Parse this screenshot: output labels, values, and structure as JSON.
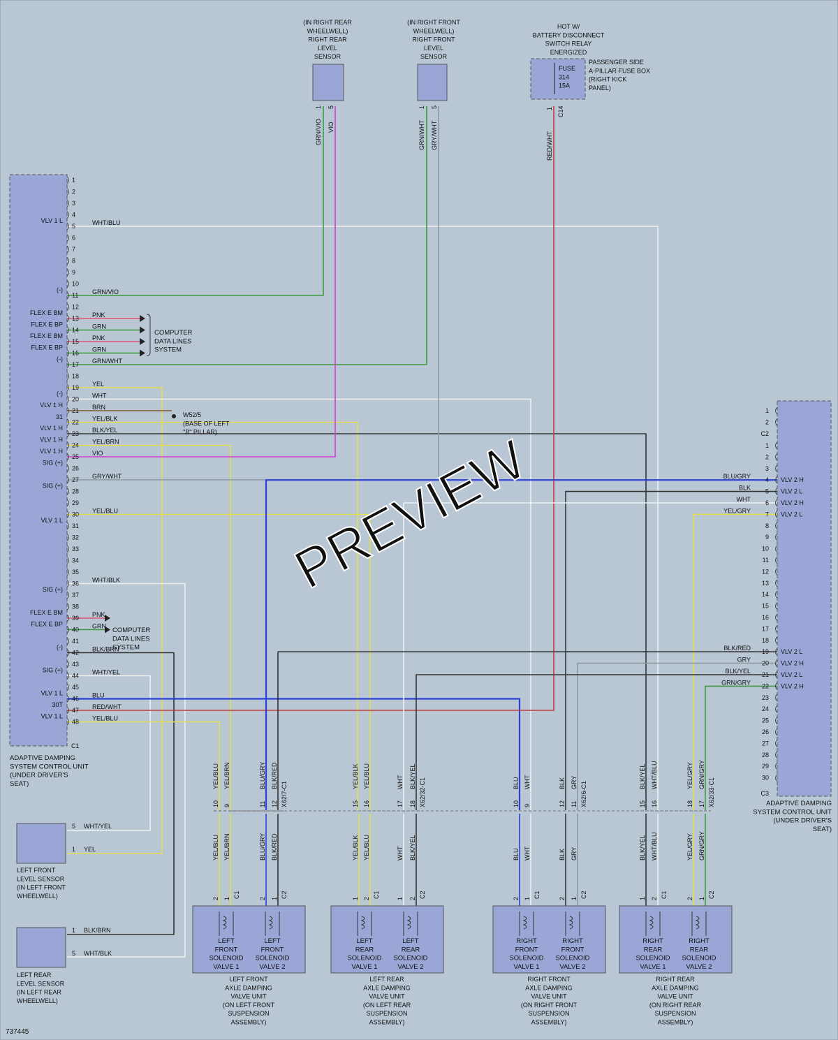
{
  "diagram_id": "737445",
  "watermark": "PREVIEW",
  "colors": {
    "background": "#b9c7d5",
    "component_fill": "#9aa7d6",
    "YEL": "#e3de4e",
    "WHT": "#f0f0f0",
    "GRY": "#8e9aa4",
    "BLU": "#2c3fd8",
    "BLK": "#333333",
    "RED": "#c23b3b",
    "GRN": "#3e9a3e",
    "VIO": "#d43cd0",
    "PNK": "#e0557a",
    "BRN": "#7a5a2a"
  },
  "control_unit": {
    "label_lines": [
      "ADAPTIVE DAMPING",
      "SYSTEM CONTROL UNIT",
      "(UNDER DRIVER'S",
      "SEAT)"
    ],
    "connector": "C1",
    "left_pins": [
      "1",
      "2",
      "3",
      "4",
      "5",
      "6",
      "7",
      "8",
      "9",
      "10",
      "11",
      "12",
      "13",
      "14",
      "15",
      "16",
      "17",
      "18",
      "19",
      "20",
      "21",
      "22",
      "23",
      "24",
      "25",
      "26",
      "27",
      "28",
      "29",
      "30",
      "31",
      "32",
      "33",
      "34",
      "35",
      "36",
      "37",
      "38",
      "39",
      "40",
      "41",
      "42",
      "43",
      "44",
      "45",
      "46",
      "47",
      "48"
    ],
    "left_pin_functions": [
      {
        "pin": "5",
        "func": "VLV 1 L"
      },
      {
        "pin": "11",
        "func": "(-)"
      },
      {
        "pin": "13",
        "func": "FLEX E BM"
      },
      {
        "pin": "14",
        "func": "FLEX E BP"
      },
      {
        "pin": "15",
        "func": "FLEX E BM"
      },
      {
        "pin": "16",
        "func": "FLEX E BP"
      },
      {
        "pin": "17",
        "func": "(-)"
      },
      {
        "pin": "20",
        "func": "(-)"
      },
      {
        "pin": "21",
        "func": "VLV 1 H"
      },
      {
        "pin": "31_lbl",
        "func": "31"
      },
      {
        "pin": "23",
        "func": "VLV 1 H"
      },
      {
        "pin": "24",
        "func": "VLV 1 H"
      },
      {
        "pin": "25",
        "func": "VLV 1 H"
      },
      {
        "pin": "26",
        "func": "SIG (+)"
      },
      {
        "pin": "28",
        "func": "SIG (+)"
      },
      {
        "pin": "31",
        "func": "VLV 1 L"
      },
      {
        "pin": "37",
        "func": "SIG (+)"
      },
      {
        "pin": "39",
        "func": "FLEX E BM"
      },
      {
        "pin": "40",
        "func": "FLEX E BP"
      },
      {
        "pin": "42",
        "func": "(-)"
      },
      {
        "pin": "44",
        "func": "SIG (+)"
      },
      {
        "pin": "46",
        "func": "VLV 1 L"
      },
      {
        "pin": "47",
        "func": "30T"
      },
      {
        "pin": "48",
        "func": "VLV 1 L"
      }
    ],
    "right_label_lines": [
      "ADAPTIVE DAMPING",
      "SYSTEM CONTROL UNIT",
      "(UNDER DRIVER'S",
      "SEAT)"
    ],
    "right_c2_pins": [
      "1",
      "2"
    ],
    "right_c2_label": "C2",
    "right_c3_pins": [
      "1",
      "2",
      "3",
      "4",
      "5",
      "6",
      "7",
      "8",
      "9",
      "10",
      "11",
      "12",
      "13",
      "14",
      "15",
      "16",
      "17",
      "18",
      "19",
      "20",
      "21",
      "22",
      "23",
      "24",
      "25",
      "26",
      "27",
      "28",
      "29",
      "30"
    ],
    "right_c3_label": "C3",
    "right_pin_functions": [
      {
        "pin": "4",
        "func": "VLV 2 H"
      },
      {
        "pin": "5",
        "func": "VLV 2 L"
      },
      {
        "pin": "6",
        "func": "VLV 2 H"
      },
      {
        "pin": "7",
        "func": "VLV 2 L"
      },
      {
        "pin": "19",
        "func": "VLV 2 L"
      },
      {
        "pin": "20",
        "func": "VLV 2 H"
      },
      {
        "pin": "21",
        "func": "VLV 2 L"
      },
      {
        "pin": "22",
        "func": "VLV 2 H"
      }
    ]
  },
  "top_components": [
    {
      "label_lines": [
        "(IN RIGHT REAR",
        "WHEELWELL)",
        "RIGHT REAR",
        "LEVEL",
        "SENSOR"
      ],
      "pins": [
        "1",
        "5"
      ],
      "wires": [
        "GRN/VIO",
        "VIO"
      ]
    },
    {
      "label_lines": [
        "(IN RIGHT FRONT",
        "WHEELWELL)",
        "RIGHT FRONT",
        "LEVEL",
        "SENSOR"
      ],
      "pins": [
        "1",
        "5"
      ],
      "wires": [
        "GRN/WHT",
        "GRY/WHT"
      ]
    },
    {
      "label_lines": [
        "HOT W/",
        "BATTERY DISCONNECT",
        "SWITCH RELAY",
        "ENERGIZED"
      ],
      "fuse_lines": [
        "FUSE",
        "314",
        "15A"
      ],
      "side_lines": [
        "PASSENGER SIDE",
        "A-PILLAR FUSE BOX",
        "(RIGHT KICK",
        "PANEL)"
      ],
      "pins": [
        "1",
        "C14"
      ],
      "wire": "RED/WHT"
    }
  ],
  "left_wires": [
    {
      "pin": "5",
      "color": "WHT/BLU"
    },
    {
      "pin": "11",
      "color": "GRN/VIO"
    },
    {
      "pin": "13",
      "color": "PNK"
    },
    {
      "pin": "14",
      "color": "GRN"
    },
    {
      "pin": "15",
      "color": "PNK"
    },
    {
      "pin": "16",
      "color": "GRN"
    },
    {
      "pin": "17",
      "color": "GRN/WHT"
    },
    {
      "pin": "19",
      "color": "YEL"
    },
    {
      "pin": "20",
      "color": "WHT"
    },
    {
      "pin": "21",
      "color": "BRN"
    },
    {
      "pin": "22",
      "color": "YEL/BLK"
    },
    {
      "pin": "23",
      "color": "BLK/YEL"
    },
    {
      "pin": "24",
      "color": "YEL/BRN"
    },
    {
      "pin": "25",
      "color": "VIO"
    },
    {
      "pin": "27",
      "color": "GRY/WHT"
    },
    {
      "pin": "30",
      "color": "YEL/BLU"
    },
    {
      "pin": "36",
      "color": "WHT/BLK"
    },
    {
      "pin": "39",
      "color": "PNK"
    },
    {
      "pin": "40",
      "color": "GRN"
    },
    {
      "pin": "42",
      "color": "BLK/BRN"
    },
    {
      "pin": "44",
      "color": "WHT/YEL"
    },
    {
      "pin": "46",
      "color": "BLU"
    },
    {
      "pin": "47",
      "color": "RED/WHT"
    },
    {
      "pin": "48",
      "color": "YEL/BLU"
    }
  ],
  "right_wires": [
    {
      "pin": "4",
      "color": "BLU/GRY"
    },
    {
      "pin": "5",
      "color": "BLK"
    },
    {
      "pin": "6",
      "color": "WHT"
    },
    {
      "pin": "7",
      "color": "YEL/GRY"
    },
    {
      "pin": "19",
      "color": "BLK/RED"
    },
    {
      "pin": "20",
      "color": "GRY"
    },
    {
      "pin": "21",
      "color": "BLK/YEL"
    },
    {
      "pin": "22",
      "color": "GRN/GRY"
    }
  ],
  "data_lines_1": [
    "COMPUTER",
    "DATA LINES",
    "SYSTEM"
  ],
  "data_lines_2": [
    "COMPUTER",
    "DATA LINES",
    "SYSTEM"
  ],
  "ground": {
    "label_lines": [
      "W52/5",
      "(BASE OF LEFT",
      "\"B\" PILLAR)"
    ]
  },
  "left_sensors": [
    {
      "label_lines": [
        "LEFT FRONT",
        "LEVEL SENSOR",
        "(IN LEFT FRONT",
        "WHEELWELL)"
      ],
      "pins": [
        "5",
        "1"
      ],
      "wires": [
        "WHT/YEL",
        "YEL"
      ]
    },
    {
      "label_lines": [
        "LEFT REAR",
        "LEVEL SENSOR",
        "(IN LEFT REAR",
        "WHEELWELL)"
      ],
      "pins": [
        "1",
        "5"
      ],
      "wires": [
        "BLK/BRN",
        "WHT/BLK"
      ]
    }
  ],
  "valve_units": [
    {
      "label_lines": [
        "LEFT FRONT",
        "AXLE DAMPING",
        "VALVE UNIT",
        "(ON LEFT FRONT",
        "SUSPENSION",
        "ASSEMBLY)"
      ],
      "valves": [
        [
          "LEFT",
          "FRONT",
          "SOLENOID",
          "VALVE 1"
        ],
        [
          "LEFT",
          "FRONT",
          "SOLENOID",
          "VALVE 2"
        ]
      ],
      "inline_pins": [
        "10",
        "9",
        "11",
        "12"
      ],
      "inline_conn": "X62/7-C1",
      "upper_wires": [
        "YEL/BLU",
        "YEL/BRN",
        "BLU/GRY",
        "BLK/RED"
      ],
      "lower_wires": [
        "YEL/BLU",
        "YEL/BRN",
        "BLU/GRY",
        "BLK/RED"
      ],
      "comp_pins": [
        "2",
        "1",
        "2",
        "1"
      ],
      "conns": [
        "C1",
        "C2"
      ]
    },
    {
      "label_lines": [
        "LEFT REAR",
        "AXLE DAMPING",
        "VALVE UNIT",
        "(ON LEFT REAR",
        "SUSPENSION",
        "ASSEMBLY)"
      ],
      "valves": [
        [
          "LEFT",
          "REAR",
          "SOLENOID",
          "VALVE 1"
        ],
        [
          "LEFT",
          "REAR",
          "SOLENOID",
          "VALVE 2"
        ]
      ],
      "inline_pins": [
        "15",
        "16",
        "17",
        "18"
      ],
      "inline_conn": "X62/32-C1",
      "upper_wires": [
        "YEL/BLK",
        "YEL/BLU",
        "WHT",
        "BLK/YEL"
      ],
      "lower_wires": [
        "YEL/BLK",
        "YEL/BLU",
        "WHT",
        "BLK/YEL"
      ],
      "comp_pins": [
        "1",
        "2",
        "1",
        "2"
      ],
      "conns": [
        "C1",
        "C2"
      ]
    },
    {
      "label_lines": [
        "RIGHT FRONT",
        "AXLE DAMPING",
        "VALVE UNIT",
        "(ON RIGHT FRONT",
        "SUSPENSION",
        "ASSEMBLY)"
      ],
      "valves": [
        [
          "RIGHT",
          "FRONT",
          "SOLENOID",
          "VALVE 1"
        ],
        [
          "RIGHT",
          "FRONT",
          "SOLENOID",
          "VALVE 2"
        ]
      ],
      "inline_pins": [
        "10",
        "9",
        "12",
        "11"
      ],
      "inline_conn": "X62/6-C1",
      "upper_wires": [
        "BLU",
        "WHT",
        "BLK",
        "GRY"
      ],
      "lower_wires": [
        "BLU",
        "WHT",
        "BLK",
        "GRY"
      ],
      "comp_pins": [
        "2",
        "1",
        "2",
        "1"
      ],
      "conns": [
        "C1",
        "C2"
      ]
    },
    {
      "label_lines": [
        "RIGHT REAR",
        "AXLE DAMPING",
        "VALVE UNIT",
        "(ON RIGHT REAR",
        "SUSPENSION",
        "ASSEMBLY)"
      ],
      "valves": [
        [
          "RIGHT",
          "REAR",
          "SOLENOID",
          "VALVE 1"
        ],
        [
          "RIGHT",
          "REAR",
          "SOLENOID",
          "VALVE 2"
        ]
      ],
      "inline_pins": [
        "15",
        "16",
        "18",
        "17"
      ],
      "inline_conn": "X62/33-C1",
      "upper_wires": [
        "BLK/YEL",
        "WHT/BLU",
        "YEL/GRY",
        "GRN/GRY"
      ],
      "lower_wires": [
        "BLK/YEL",
        "WHT/BLU",
        "YEL/GRY",
        "GRN/GRY"
      ],
      "comp_pins": [
        "1",
        "2",
        "2",
        "1"
      ],
      "conns": [
        "C1",
        "C2"
      ]
    }
  ]
}
